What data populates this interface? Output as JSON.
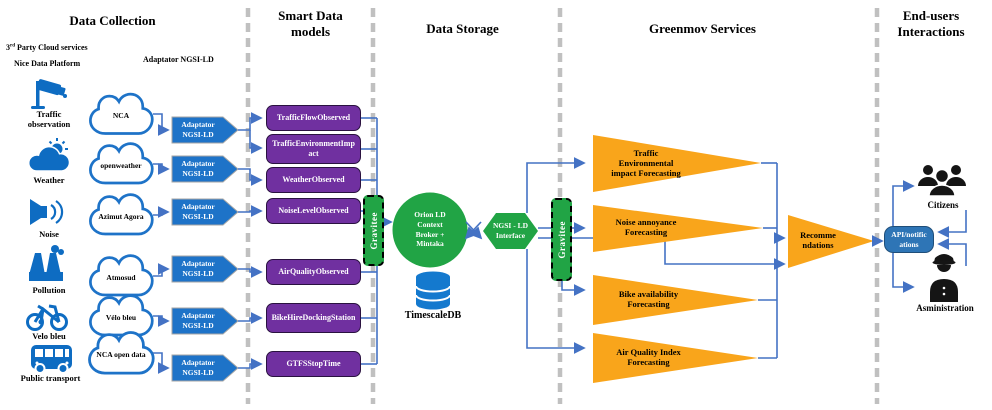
{
  "headers": {
    "data_collection": "Data Collection",
    "smart_data_models": "Smart Data\nmodels",
    "data_storage": "Data Storage",
    "greenmov_services": "Greenmov Services",
    "end_users": "End-users\nInteractions"
  },
  "data_collection": {
    "third_party": {
      "prefix": "3",
      "sup": "rd",
      "rest": " Party Cloud services"
    },
    "nice_data_platform": "Nice Data Platform",
    "adaptator_header": "Adaptator NGSI-LD",
    "adaptator_label": "Adaptator\nNGSI-LD",
    "sources": [
      {
        "icon": "cctv-camera-icon",
        "label": "Traffic\nobservation",
        "cloud": "NCA"
      },
      {
        "icon": "weather-icon",
        "label": "Weather",
        "cloud": "openweather"
      },
      {
        "icon": "speaker-icon",
        "label": "Noise",
        "cloud": "Azimut Agora"
      },
      {
        "icon": "factory-icon",
        "label": "Pollution",
        "cloud": "Atmosud"
      },
      {
        "icon": "bicycle-icon",
        "label": "Velo bleu",
        "cloud": "Vélo bleu"
      },
      {
        "icon": "bus-icon",
        "label": "Public transport",
        "cloud": "NCA open data"
      }
    ]
  },
  "smart_data_models": {
    "models": [
      "TrafficFlowObserved",
      "TrafficEnvironmentImpact",
      "WeatherObserved",
      "NoiseLevelObserved",
      "AirQualityObserved",
      "BikeHireDockingStation",
      "GTFSStopTime"
    ]
  },
  "data_storage": {
    "broker": "Orion LD\nContext\nBroker +\nMintaka",
    "database": "TimescaleDB",
    "interface": "NGSI - LD\nInterface"
  },
  "gravitee": "Gravitee",
  "greenmov_services": {
    "services": [
      "Traffic\nEnvironmental\nimpact Forecasting",
      "Noise annoyance\nForecasting",
      "Bike availability\nForecasting",
      "Air Quality Index\nForecasting"
    ],
    "recommendations": "Recomme\nndations"
  },
  "end_users": {
    "api": "API/notific\nations",
    "citizens": "Citizens",
    "administration": "Asministration"
  },
  "colors": {
    "arrow_blue": "#4472C4",
    "shape_blue": "#1E73C8",
    "icon_blue": "#0E6CC2",
    "purple": "#7030A0",
    "green": "#21A445",
    "orange": "#F9A51B",
    "api_blue": "#2E75B6",
    "dashed_gray": "#C0C0C0"
  }
}
